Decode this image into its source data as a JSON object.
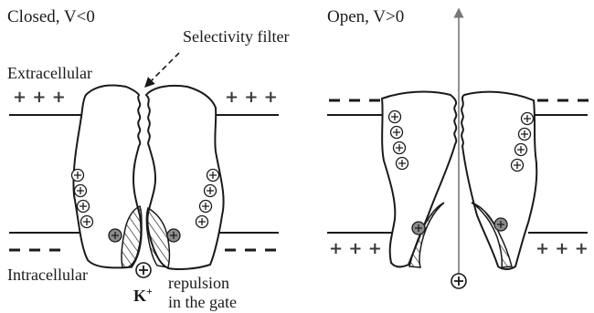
{
  "panels": {
    "closed": {
      "title": "Closed, V<0"
    },
    "open": {
      "title": "Open, V>0"
    }
  },
  "labels": {
    "selectivity_filter": "Selectivity filter",
    "extracellular": "Extracellular",
    "intracellular": "Intracellular",
    "k_ion": "K",
    "k_charge": "+",
    "repulsion_line1": "repulsion",
    "repulsion_line2": "in the gate"
  },
  "membrane_charges": {
    "closed_top_left": "+ + +",
    "closed_top_right": "+ + +",
    "open_bottom_left": "+ + +",
    "open_bottom_right": "+ + +"
  },
  "colors": {
    "ink": "#1a1a1a",
    "arrow": "#777777",
    "charge_fill": "#ffffff",
    "gate_charge_fill": "#8c8c8c"
  }
}
